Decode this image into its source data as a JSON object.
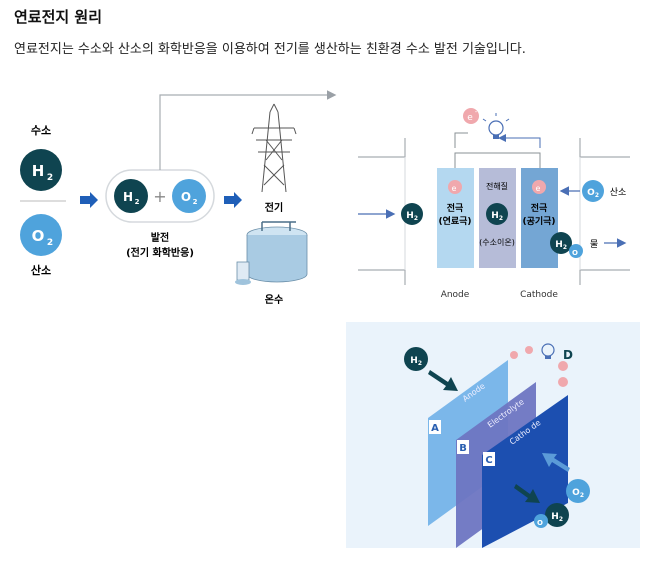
{
  "title": "연료전지 원리",
  "subtitle": "연료전지는 수소와 산소의 화학반응을 이용하여 전기를 생산하는 친환경 수소 발전 기술입니다.",
  "left": {
    "hydrogen_label": "수소",
    "oxygen_label": "산소",
    "h2": "H",
    "o2": "O",
    "sub2": "2",
    "plus": "+",
    "reaction_title": "발전",
    "reaction_sub": "(전기 화학반응)",
    "electricity": "전기",
    "hot_water": "온수"
  },
  "cell": {
    "electron": "e",
    "minus": "-",
    "electrode_anode": "전극",
    "electrode_anode_sub": "(연료극)",
    "electrolyte": "전해질",
    "proton": "(수소이온)",
    "electrode_cathode": "전극",
    "electrode_cathode_sub": "(공기극)",
    "oxygen": "산소",
    "water": "물",
    "anode": "Anode",
    "cathode": "Cathode"
  },
  "iso": {
    "label_d": "D",
    "plate_a": "A",
    "plate_b": "B",
    "plate_c": "C",
    "anode_text": "Anode",
    "electrolyte_text": "Electrolyte",
    "cathode_text": "Catho de"
  },
  "colors": {
    "dark_teal": "#0f4450",
    "light_blue": "#4fa3dc",
    "arrow_blue": "#1f5fb8",
    "electron_pink": "#f0a8ad",
    "anode_col": "#b4d8f0",
    "electrolyte_col": "#b6bcd8",
    "cathode_col": "#74a6d4"
  }
}
